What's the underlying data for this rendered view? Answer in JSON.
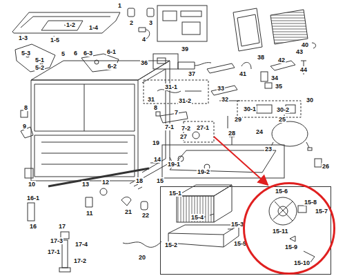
{
  "diagram": {
    "nodes": [
      {
        "text": [
          "15",
          "15-1",
          "15-4",
          "15-3",
          "15-2",
          "15-5"
        ]
      },
      {
        "text": [
          "15-6",
          "15-8",
          "15-7",
          "15-11",
          "15-9",
          "15-10"
        ],
        "in": 0
      }
    ],
    "labels": [
      "1",
      "1-2",
      "1-4",
      "1-3",
      "1-5",
      "2",
      "3",
      "4",
      "39",
      "40",
      "38",
      "43",
      "42",
      "44",
      "5-3",
      "5",
      "5-1",
      "5-2",
      "6",
      "6-3",
      "6-1",
      "6-2",
      "36",
      "37",
      "41",
      "34",
      "35",
      "31-1",
      "31",
      "31-2",
      "8",
      "33",
      "32",
      "30-1",
      "30-2",
      "30",
      "8",
      "9",
      "7",
      "7-1",
      "7-2",
      "29",
      "27-1",
      "27",
      "28",
      "25",
      "24",
      "23",
      "26",
      "19",
      "19-1",
      "19-2",
      "14",
      "10",
      "13",
      "12",
      "18",
      "16-1",
      "11",
      "21",
      "22",
      "16",
      "17",
      "17-3",
      "17-4",
      "17-1",
      "17-2",
      "20"
    ]
  }
}
